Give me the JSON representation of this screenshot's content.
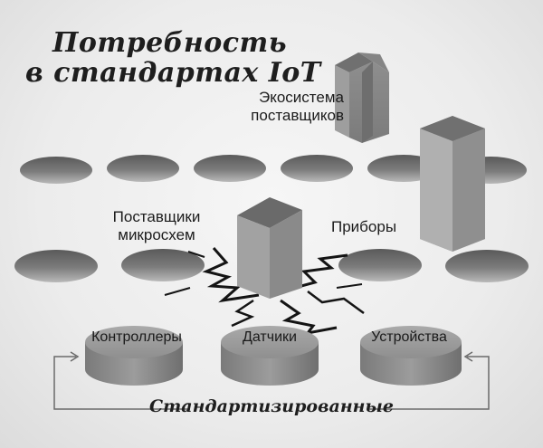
{
  "title": {
    "line1": "Потребность",
    "line2": "в стандартах IoT"
  },
  "labels": {
    "ecosystem": "Экосистема поставщиков",
    "chip_suppliers": "Поставщики микросхем",
    "devices": "Приборы"
  },
  "standardized_items": [
    "Контроллеры",
    "Датчики",
    "Устройства"
  ],
  "bottom_label": "Стандартизированные",
  "colors": {
    "background": "#ededed",
    "hole": "#6e6e6e",
    "prism_front": "#8a8a8a",
    "prism_side": "#a7a7a7",
    "prism_top": "#6f6f6f",
    "text": "#1e1e1e"
  }
}
